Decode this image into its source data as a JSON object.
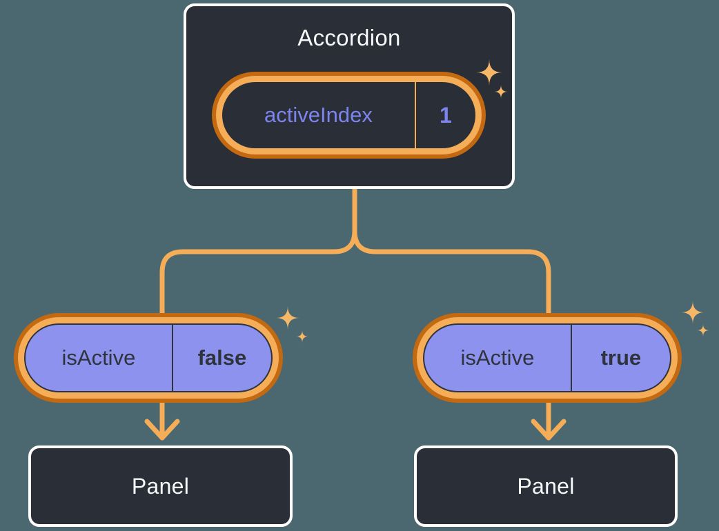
{
  "diagram": {
    "root": {
      "title": "Accordion",
      "state": {
        "label": "activeIndex",
        "value": "1"
      }
    },
    "children": [
      {
        "state": {
          "label": "isActive",
          "value": "false"
        },
        "panel_label": "Panel"
      },
      {
        "state": {
          "label": "isActive",
          "value": "true"
        },
        "panel_label": "Panel"
      }
    ]
  },
  "icons": {
    "sparkle": "sparkle-icon (4-point star ✦)",
    "arrow_down": "arrow-down-icon (↓)"
  },
  "colors": {
    "bg": "#4B6770",
    "card": "#2A2E37",
    "card_border": "#FFFFFF",
    "panel": "#2D323C",
    "orange_dark": "#C26912",
    "orange_light": "#F5AD58",
    "sparkle": "#F6B868",
    "purple_fill": "#8C92EE",
    "purple_text": "#7D84EE",
    "ink_dark": "#2F333B",
    "text_light": "#F7F8F9"
  }
}
